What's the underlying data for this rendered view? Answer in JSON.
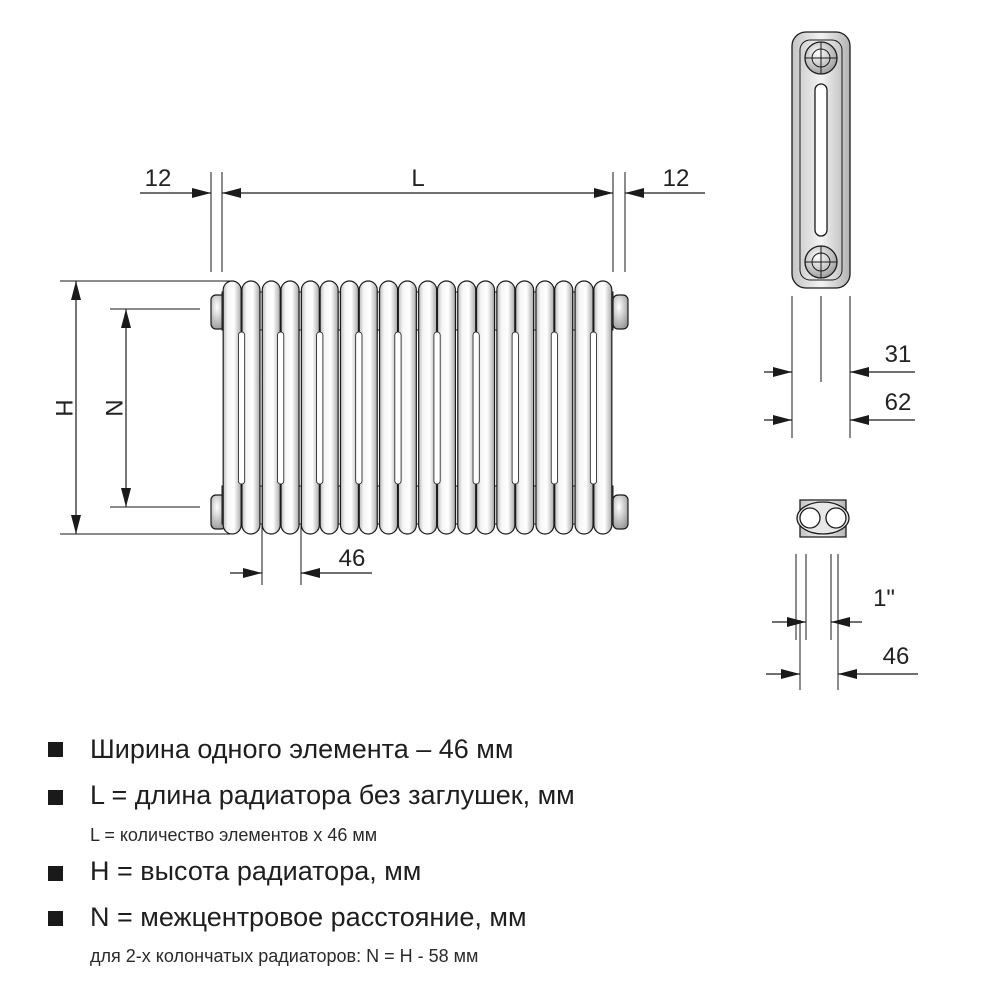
{
  "diagram": {
    "dim_left_gap": "12",
    "dim_length": "L",
    "dim_right_gap": "12",
    "dim_height": "H",
    "dim_center_distance": "N",
    "dim_section_width": "46",
    "side_dim_inner": "31",
    "side_dim_outer": "62",
    "top_dim_thread": "1\"",
    "top_dim_width": "46",
    "section_count": 10
  },
  "legend": {
    "items": [
      {
        "main": "Ширина одного элемента – 46 мм",
        "sub": ""
      },
      {
        "main": "L = длина радиатора без заглушек, мм",
        "sub": "L = количество элементов х 46 мм"
      },
      {
        "main": "H = высота радиатора, мм",
        "sub": ""
      },
      {
        "main": "N = межцентровое расстояние, мм",
        "sub": "для 2-х колончатых радиаторов: N = H - 58 мм"
      }
    ]
  },
  "colors": {
    "line": "#1a1a1a",
    "tube_fill": "#f4f4f4",
    "shade": "#d8d8d8"
  }
}
